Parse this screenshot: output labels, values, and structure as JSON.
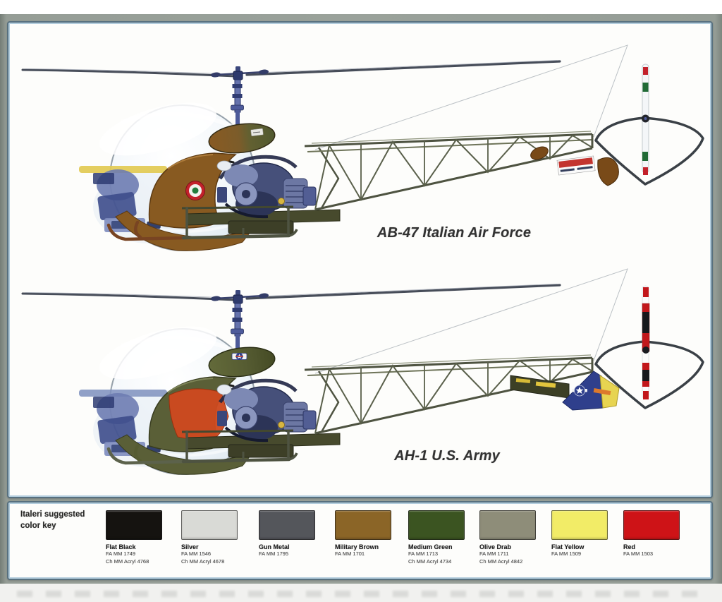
{
  "artwork": {
    "helicopters": [
      {
        "id": "ab47",
        "label": "AB-47 Italian Air Force"
      },
      {
        "id": "ah1",
        "label": "AH-1 U.S. Army"
      }
    ]
  },
  "color_key": {
    "title_line1": "Italeri suggested",
    "title_line2": "color key",
    "swatches": [
      {
        "name": "Flat Black",
        "hex": "#151310",
        "refs": [
          "FA MM 1749",
          "Ch MM Acryl 4768"
        ]
      },
      {
        "name": "Silver",
        "hex": "#d9dad6",
        "refs": [
          "FA MM 1546",
          "Ch MM Acryl 4678"
        ]
      },
      {
        "name": "Gun Metal",
        "hex": "#54565b",
        "refs": [
          "FA MM 1795"
        ]
      },
      {
        "name": "Military Brown",
        "hex": "#8b6527",
        "refs": [
          "FA MM 1701"
        ]
      },
      {
        "name": "Medium Green",
        "hex": "#3b5421",
        "refs": [
          "FA MM 1713",
          "Ch MM Acryl 4734"
        ]
      },
      {
        "name": "Olive Drab",
        "hex": "#8e8d79",
        "refs": [
          "FA MM 1711",
          "Ch MM Acryl 4842"
        ]
      },
      {
        "name": "Flat Yellow",
        "hex": "#f2ec67",
        "refs": [
          "FA MM 1509"
        ]
      },
      {
        "name": "Red",
        "hex": "#ce1317",
        "refs": [
          "FA MM 1503"
        ]
      }
    ]
  }
}
